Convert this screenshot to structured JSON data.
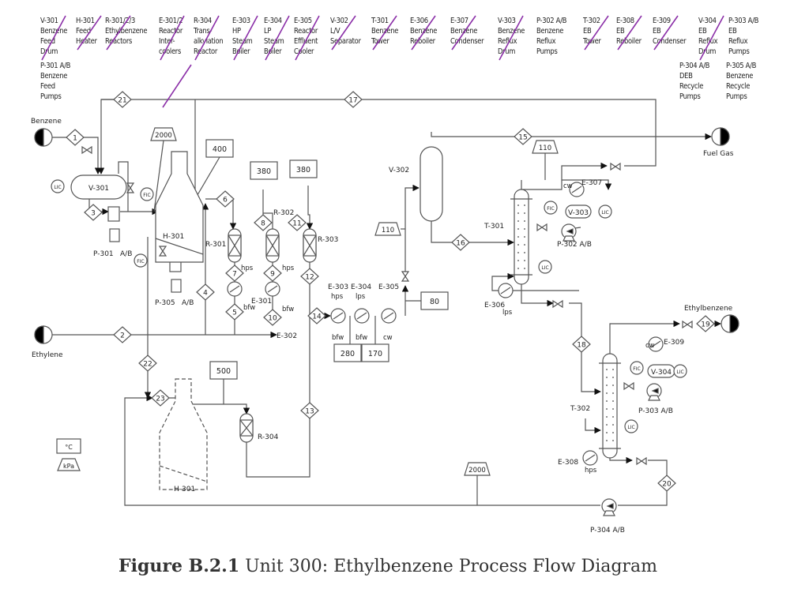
{
  "legend": [
    {
      "tag": "V-301",
      "desc": "Benzene\nFeed\nDrum",
      "struck": true
    },
    {
      "tag": "H-301",
      "desc": "Feed\nHeater",
      "struck": true
    },
    {
      "tag": "R-301/2/3",
      "desc": "Ethylbenzene\nReactors",
      "struck": true
    },
    {
      "tag": "E-301/2",
      "desc": "Reactor\nInter-\ncoolers",
      "struck": true
    },
    {
      "tag": "R-304",
      "desc": "Trans-\nalkylation\nReactor",
      "struck": true
    },
    {
      "tag": "E-303",
      "desc": "HP\nSteam\nBoiler",
      "struck": true
    },
    {
      "tag": "E-304",
      "desc": "LP\nSteam\nBoiler",
      "struck": true
    },
    {
      "tag": "E-305",
      "desc": "Reactor\nEffluent\nCooler",
      "struck": true
    },
    {
      "tag": "V-302",
      "desc": "L/V\nSeparator",
      "struck": true
    },
    {
      "tag": "T-301",
      "desc": "Benzene\nTower",
      "struck": true
    },
    {
      "tag": "E-306",
      "desc": "Benzene\nReboiler",
      "struck": true
    },
    {
      "tag": "E-307",
      "desc": "Benzene\nCondenser",
      "struck": true
    },
    {
      "tag": "V-303",
      "desc": "Benzene\nReflux\nDrum",
      "struck": true
    },
    {
      "tag": "P-302 A/B",
      "desc": "Benzene\nReflux\nPumps",
      "struck": false
    },
    {
      "tag": "T-302",
      "desc": "EB\nTower",
      "struck": true
    },
    {
      "tag": "E-308",
      "desc": "EB\nReboiler",
      "struck": true
    },
    {
      "tag": "E-309",
      "desc": "EB\nCondenser",
      "struck": true
    },
    {
      "tag": "V-304",
      "desc": "EB\nReflux\nDrum",
      "struck": true
    },
    {
      "tag": "P-303 A/B",
      "desc": "EB\nReflux\nPumps",
      "struck": false
    },
    {
      "tag": "P-301 A/B",
      "desc": "Benzene\nFeed\nPumps",
      "struck": false
    },
    {
      "tag": "P-304 A/B",
      "desc": "DEB\nRecycle\nPumps",
      "struck": false
    },
    {
      "tag": "P-305 A/B",
      "desc": "Benzene\nRecycle\nPumps",
      "struck": false
    }
  ],
  "streams": [
    "1",
    "2",
    "3",
    "4",
    "5",
    "6",
    "7",
    "8",
    "9",
    "10",
    "11",
    "12",
    "13",
    "14",
    "15",
    "16",
    "17",
    "18",
    "19",
    "20",
    "21",
    "22",
    "23"
  ],
  "feeds": {
    "benzene": "Benzene",
    "ethylene": "Ethylene",
    "fuel_gas": "Fuel Gas",
    "ethylbenzene": "Ethylbenzene"
  },
  "equipment_labels": {
    "v301": "V-301",
    "p301": "P-301",
    "p301_ab": "A/B",
    "h301_top": "H-301",
    "r301": "R-301",
    "r302": "R-302",
    "r303": "R-303",
    "e301": "E-301",
    "e302": "E-302",
    "e303": "E-303",
    "e304": "E-304",
    "e305": "E-305",
    "v302": "V-302",
    "t301": "T-301",
    "e306": "E-306",
    "e307": "E-307",
    "v303": "V-303",
    "p302": "P-302 A/B",
    "t302": "T-302",
    "e308": "E-308",
    "e309": "E-309",
    "v304": "V-304",
    "p303": "P-303 A/B",
    "p304": "P-304 A/B",
    "p305": "P-305",
    "p305_ab": "A/B",
    "h301_bottom": "H-301",
    "r304": "R-304"
  },
  "utilities": {
    "hps": "hps",
    "lps": "lps",
    "bfw": "bfw",
    "cw": "cw"
  },
  "instruments": {
    "lic": "LIC",
    "fic": "FIC"
  },
  "temperatures_c": {
    "h301_outlet": "400",
    "r302_in": "380",
    "r303_in": "380",
    "r304_in": "500",
    "e303_e304": "280",
    "e304_e305": "170",
    "e305_out": "80"
  },
  "pressures_kpa": {
    "h301": "2000",
    "v302": "110",
    "t301_top": "110",
    "deb_recycle": "2000"
  },
  "key": {
    "temperature_unit": "°C",
    "pressure_unit": "kPa"
  },
  "caption": {
    "prefix": "Figure B.2.1",
    "text": " Unit 300: Ethylbenzene Process Flow Diagram"
  },
  "colors": {
    "line": "#555555",
    "strike": "#8b2fa8",
    "text": "#222222"
  }
}
